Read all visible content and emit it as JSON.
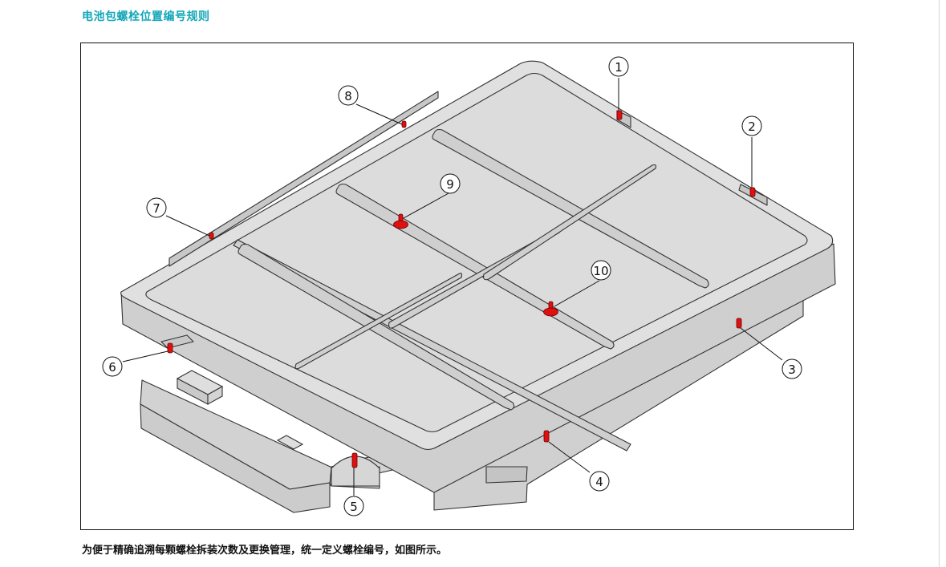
{
  "title": "电池包螺栓位置编号规则",
  "caption": "为便于精确追溯每颗螺栓拆装次数及更换管理，统一定义螺栓编号，如图所示。",
  "colors": {
    "title": "#12a6b8",
    "bolt": "#e01010",
    "body": "#dedede",
    "outline": "#333333"
  },
  "callouts": [
    {
      "id": "1",
      "label": "1"
    },
    {
      "id": "2",
      "label": "2"
    },
    {
      "id": "3",
      "label": "3"
    },
    {
      "id": "4",
      "label": "4"
    },
    {
      "id": "5",
      "label": "5"
    },
    {
      "id": "6",
      "label": "6"
    },
    {
      "id": "7",
      "label": "7"
    },
    {
      "id": "8",
      "label": "8"
    },
    {
      "id": "9",
      "label": "9"
    },
    {
      "id": "10",
      "label": "10"
    }
  ]
}
